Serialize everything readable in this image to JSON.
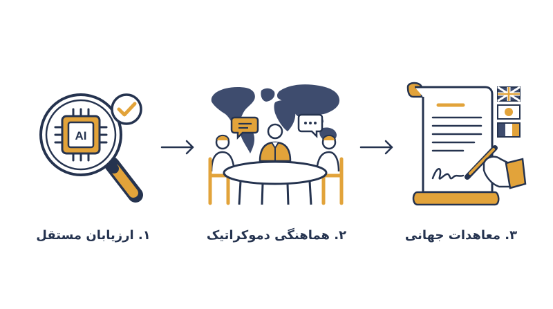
{
  "colors": {
    "navy": "#25334f",
    "gold": "#e2a33a",
    "map": "#3e4c6e",
    "background": "#ffffff"
  },
  "steps": [
    {
      "label": "۱. ارزیابان مستقل",
      "chip_text": "AI",
      "icon": "ai-chip-magnifier-check-icon"
    },
    {
      "label": "۲. هماهنگی دموکراتیک",
      "icon": "world-map-meeting-icon"
    },
    {
      "label": "۳. معاهدات جهانی",
      "icon": "treaty-scroll-signing-icon"
    }
  ],
  "arrows": [
    "arrow-right-icon",
    "arrow-right-icon"
  ]
}
